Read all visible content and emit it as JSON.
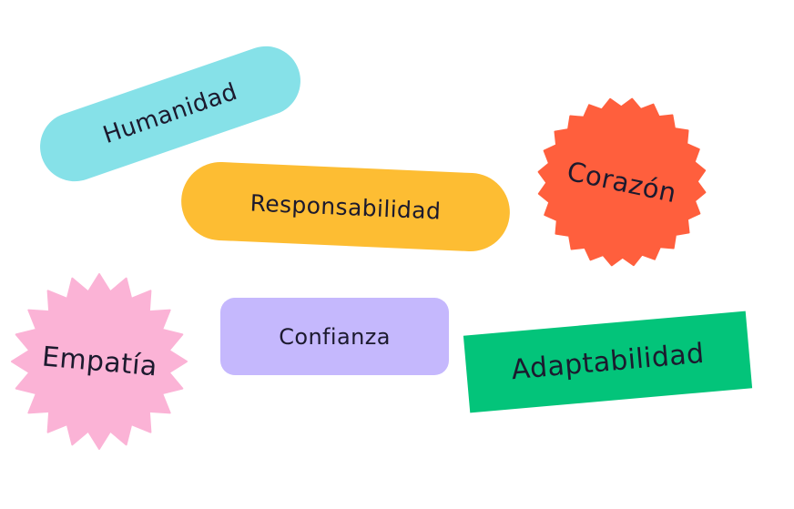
{
  "tags": {
    "humanidad": {
      "label": "Humanidad",
      "color": "#86e1e8"
    },
    "responsabilidad": {
      "label": "Responsabilidad",
      "color": "#fdbd33"
    },
    "corazon": {
      "label": "Corazón",
      "color": "#ff5f3d"
    },
    "empatia": {
      "label": "Empatía",
      "color": "#fbb3d6"
    },
    "confianza": {
      "label": "Confianza",
      "color": "#c5b8fd"
    },
    "adaptabilidad": {
      "label": "Adaptabilidad",
      "color": "#03c47a"
    }
  },
  "text_color": "#1c1a2e"
}
